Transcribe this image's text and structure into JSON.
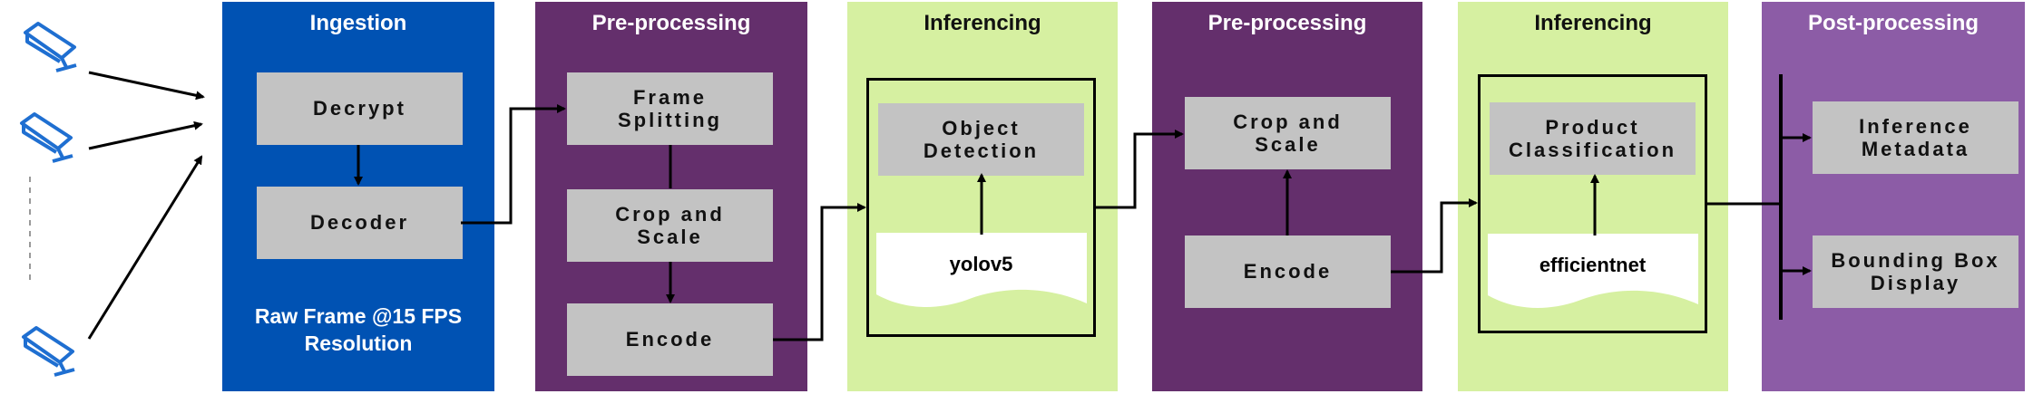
{
  "stages": {
    "ingestion": {
      "title": "Ingestion",
      "color": "#0052b3",
      "boxes": {
        "decrypt": "Decrypt",
        "decoder": "Decoder"
      },
      "note": "Raw Frame @15 FPS\nResolution"
    },
    "preprocessing_1": {
      "title": "Pre-processing",
      "color": "#642f6c",
      "boxes": {
        "frame_splitting": "Frame\nSplitting",
        "crop_scale": "Crop and\nScale",
        "encode": "Encode"
      }
    },
    "inferencing_1": {
      "title": "Inferencing",
      "color": "#d6f0a1",
      "boxes": {
        "object_detection": "Object\nDetection"
      },
      "model": "yolov5"
    },
    "preprocessing_2": {
      "title": "Pre-processing",
      "color": "#642f6c",
      "boxes": {
        "crop_scale": "Crop and\nScale",
        "encode": "Encode"
      }
    },
    "inferencing_2": {
      "title": "Inferencing",
      "color": "#d6f0a1",
      "boxes": {
        "product_classification": "Product\nClassification"
      },
      "model": "efficientnet"
    },
    "postprocessing": {
      "title": "Post-processing",
      "color": "#8c5ca6",
      "boxes": {
        "inference_metadata": "Inference\nMetadata",
        "bounding_box_display": "Bounding Box\nDisplay"
      }
    }
  },
  "icons": {
    "cameras": [
      "camera-icon",
      "camera-icon",
      "camera-icon"
    ],
    "camera_color": "#1f6fd1"
  },
  "box_color": "#c3c3c3"
}
